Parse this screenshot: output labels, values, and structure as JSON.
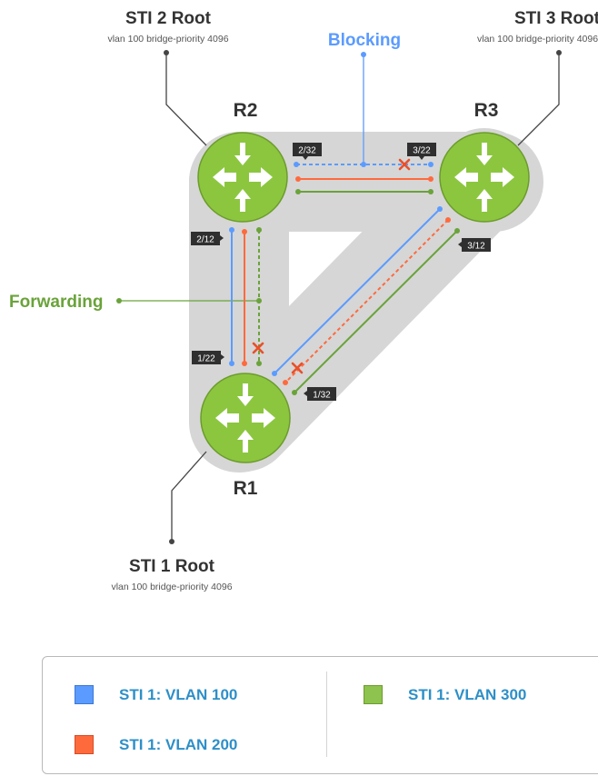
{
  "roots": {
    "sti2": {
      "title": "STI 2 Root",
      "subtitle": "vlan 100 bridge-priority 4096"
    },
    "sti3": {
      "title": "STI 3 Root",
      "subtitle": "vlan 100 bridge-priority 4096"
    },
    "sti1": {
      "title": "STI 1 Root",
      "subtitle": "vlan 100 bridge-priority 4096"
    }
  },
  "status": {
    "blocking": "Blocking",
    "forwarding": "Forwarding"
  },
  "routers": {
    "r1": "R1",
    "r2": "R2",
    "r3": "R3"
  },
  "ports": {
    "r2_r3": "2/32",
    "r3_r2": "3/22",
    "r2_r1": "2/12",
    "r3_r1": "3/12",
    "r1_r2": "1/22",
    "r1_r3": "1/32"
  },
  "legend": [
    {
      "label": "STI 1: VLAN 100",
      "color": "#5b9bff"
    },
    {
      "label": "STI 1: VLAN 200",
      "color": "#ff6a3d"
    },
    {
      "label": "STI 1: VLAN 300",
      "color": "#8dc34e"
    }
  ],
  "colors": {
    "vlan100": "#5b9bff",
    "vlan200": "#ff6a3d",
    "vlan300": "#6aa33a",
    "router_fill": "#8cc63f",
    "blocked_mark": "#e8502a",
    "link_shade": "#d6d6d6",
    "blocking_text": "#5b9bff",
    "forwarding_text": "#6aa33a"
  }
}
